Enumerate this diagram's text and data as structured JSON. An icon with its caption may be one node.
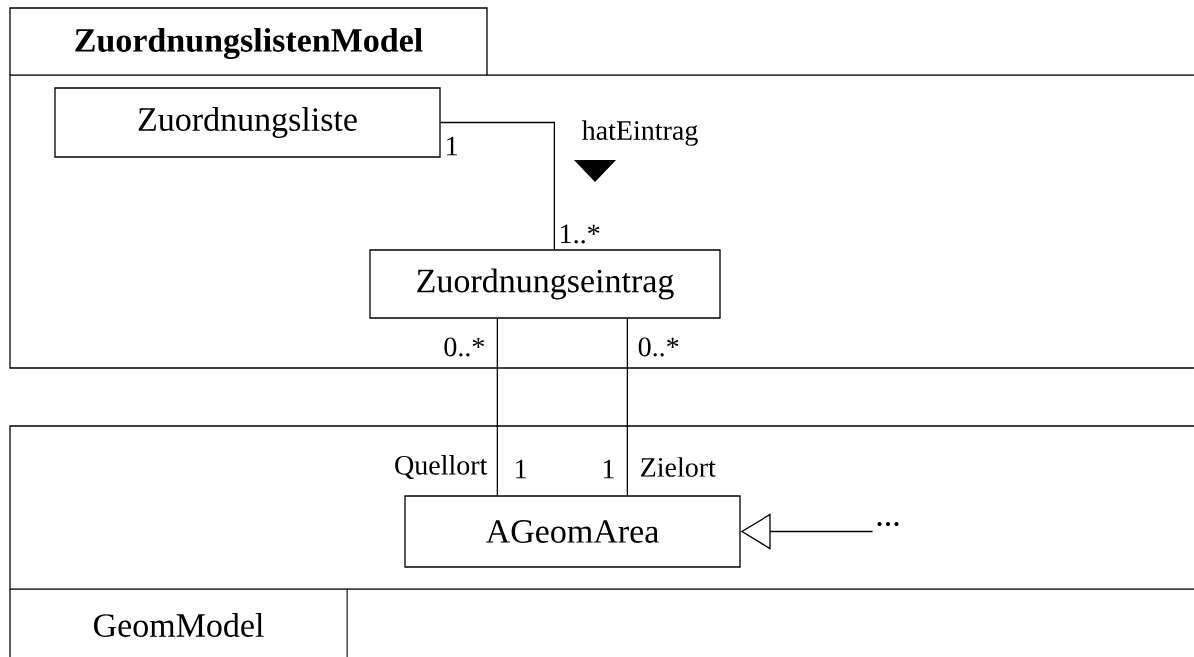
{
  "diagram": {
    "nodes": [
      {
        "text": [
          "ZuordnungslistenModel"
        ]
      },
      {
        "text": [
          "Zuordnungsliste"
        ],
        "in": 0
      },
      {
        "text": [
          "Zuordnungseintrag"
        ],
        "in": 0
      },
      {
        "text": [
          "GeomModel"
        ]
      },
      {
        "text": [
          "AGeomArea"
        ],
        "in": 3
      },
      {
        "text": [
          "..."
        ],
        "in": 3
      }
    ],
    "edges": [
      {
        "from": 1,
        "to": 2,
        "arrow": "none",
        "label": "hatEintrag"
      },
      {
        "from": 2,
        "to": 4,
        "arrow": "none"
      },
      {
        "from": 2,
        "to": 4,
        "arrow": "none"
      },
      {
        "from": 5,
        "to": 4,
        "arrow": "to"
      }
    ],
    "labels": [
      "1",
      "1..*",
      "0..*",
      "0..*",
      "Quellort",
      "1",
      "1",
      "Zielort"
    ]
  }
}
